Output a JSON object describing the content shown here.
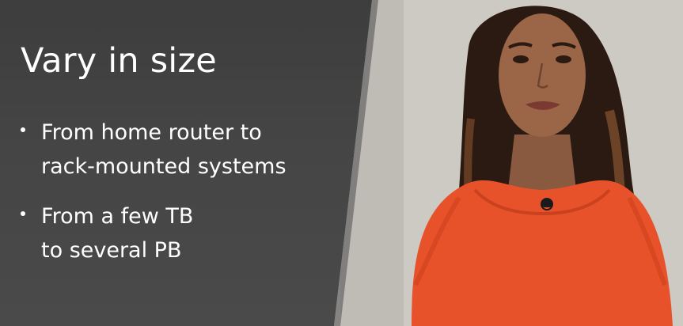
{
  "slide": {
    "title": "Vary in size",
    "bullets": [
      {
        "lines": [
          "From home router to",
          "rack-mounted systems"
        ]
      },
      {
        "lines": [
          "From a few TB",
          "to several PB"
        ]
      }
    ]
  },
  "colors": {
    "panel": "#454545",
    "text": "#ffffff",
    "dress": "#e8522a",
    "background": "#c9c6c0"
  }
}
